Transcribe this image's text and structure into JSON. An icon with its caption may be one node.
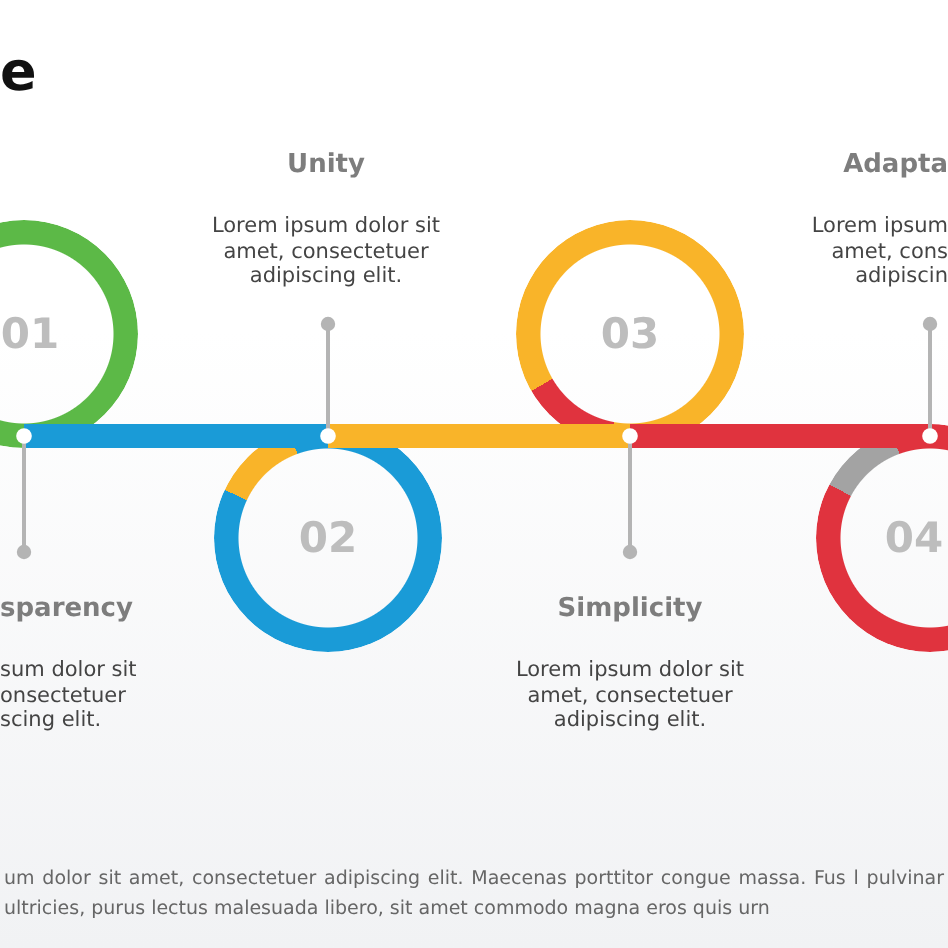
{
  "diagram": {
    "title": "e",
    "nodes": [
      {
        "text": [
          "01"
        ]
      },
      {
        "text": [
          "02"
        ]
      },
      {
        "text": [
          "03"
        ]
      },
      {
        "text": [
          "04"
        ]
      },
      {
        "text": [
          "sparency",
          "sum dolor sit onsectetuer scing elit."
        ]
      },
      {
        "text": [
          "Unity",
          "Lorem ipsum dolor sit amet, consectetuer adipiscing elit."
        ]
      },
      {
        "text": [
          "Simplicity",
          "Lorem ipsum dolor sit amet, consectetuer adipiscing elit."
        ]
      },
      {
        "text": [
          "Adapta",
          "Lorem ipsum amet, cons adipiscin"
        ]
      }
    ],
    "edges": [
      {
        "from": 0,
        "to": 1,
        "arrow": "none",
        "style": "thick",
        "color": "#1a9bd7"
      },
      {
        "from": 1,
        "to": 2,
        "arrow": "none",
        "style": "thick",
        "color": "#f9b429"
      },
      {
        "from": 2,
        "to": 3,
        "arrow": "none",
        "style": "thick",
        "color": "#e0333e"
      },
      {
        "from": 4,
        "to": 0,
        "arrow": "other"
      },
      {
        "from": 5,
        "to": 1,
        "arrow": "other"
      },
      {
        "from": 6,
        "to": 2,
        "arrow": "other"
      },
      {
        "from": 7,
        "to": 3,
        "arrow": "other"
      }
    ],
    "labels": [
      "um dolor sit amet, consectetuer adipiscing elit. Maecenas porttitor congue massa. Fus l pulvinar ultricies, purus lectus malesuada libero, sit amet commodo magna eros quis urn"
    ]
  }
}
